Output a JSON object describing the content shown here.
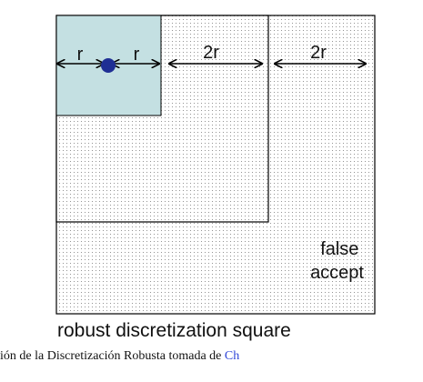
{
  "diagram": {
    "labels": {
      "r_left": "r",
      "r_right": "r",
      "two_r_middle": "2r",
      "two_r_right": "2r",
      "false_accept": "false\naccept",
      "title": "robust discretization square"
    },
    "colors": {
      "cell_fill": "#c4e0e2",
      "point_fill": "#1f2f94",
      "outline": "#000000",
      "dot_pattern": "#7a7a7a"
    }
  },
  "caption": {
    "text_before": "ión de la Discretización Robusta tomada de ",
    "link_text": "Ch"
  }
}
